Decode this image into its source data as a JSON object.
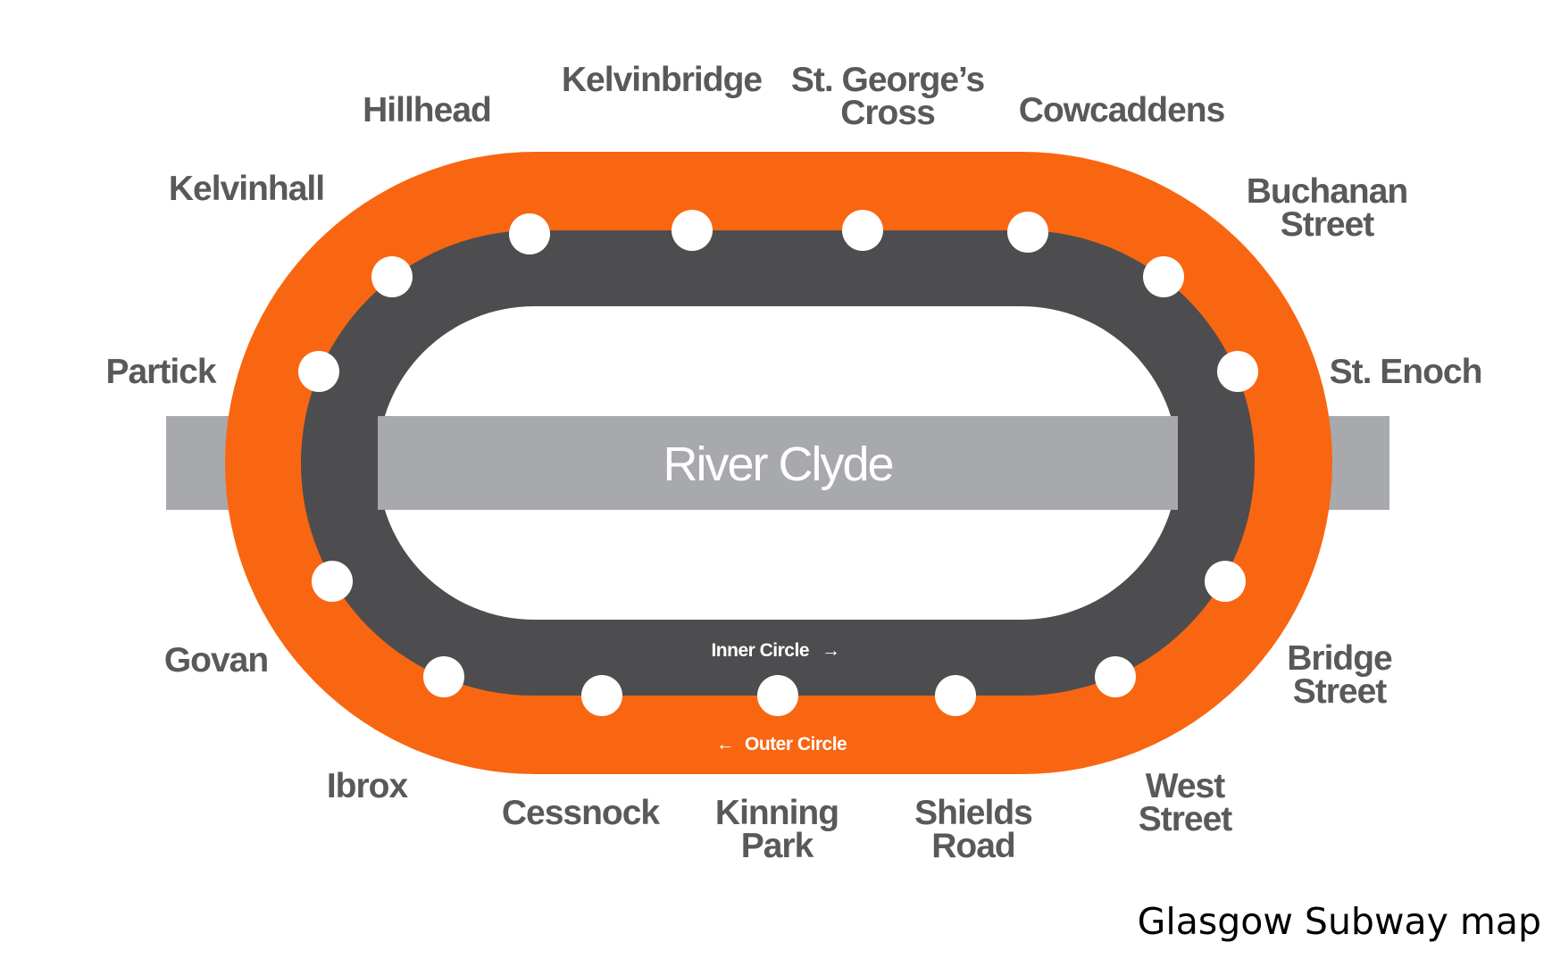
{
  "colors": {
    "outer_track": "#f96611",
    "inner_track": "#4d4d4f",
    "river": "#a7a9ac",
    "station_fill": "#ffffff",
    "label": "#58595b"
  },
  "river": {
    "label": "River Clyde"
  },
  "directions": {
    "inner": {
      "label": "Inner Circle",
      "arrow": "→"
    },
    "outer": {
      "label": "Outer Circle",
      "arrow": "←"
    }
  },
  "stations": [
    {
      "id": "hillhead",
      "lines": [
        "Hillhead"
      ]
    },
    {
      "id": "kelvinbridge",
      "lines": [
        "Kelvinbridge"
      ]
    },
    {
      "id": "st-georges-cross",
      "lines": [
        "St. George’s",
        "Cross"
      ]
    },
    {
      "id": "cowcaddens",
      "lines": [
        "Cowcaddens"
      ]
    },
    {
      "id": "buchanan-street",
      "lines": [
        "Buchanan",
        "Street"
      ]
    },
    {
      "id": "st-enoch",
      "lines": [
        "St. Enoch"
      ]
    },
    {
      "id": "bridge-street",
      "lines": [
        "Bridge",
        "Street"
      ]
    },
    {
      "id": "west-street",
      "lines": [
        "West",
        "Street"
      ]
    },
    {
      "id": "shields-road",
      "lines": [
        "Shields",
        "Road"
      ]
    },
    {
      "id": "kinning-park",
      "lines": [
        "Kinning",
        "Park"
      ]
    },
    {
      "id": "cessnock",
      "lines": [
        "Cessnock"
      ]
    },
    {
      "id": "ibrox",
      "lines": [
        "Ibrox"
      ]
    },
    {
      "id": "govan",
      "lines": [
        "Govan"
      ]
    },
    {
      "id": "partick",
      "lines": [
        "Partick"
      ]
    },
    {
      "id": "kelvinhall",
      "lines": [
        "Kelvinhall"
      ]
    }
  ],
  "caption": "Glasgow Subway map"
}
